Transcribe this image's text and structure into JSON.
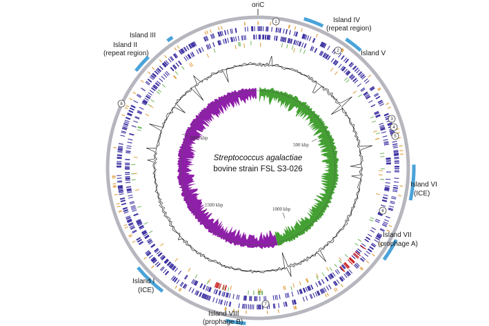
{
  "diagram": {
    "center_title_italic": "Streptococcus agalactiae",
    "center_title_plain": "bovine strain FSL S3-026",
    "origin_label": "oriC",
    "islands": [
      {
        "id": "island-1",
        "line1": "Island I",
        "line2": "(ICE)"
      },
      {
        "id": "island-2",
        "line1": "Island II",
        "line2": "(repeat region)"
      },
      {
        "id": "island-3",
        "line1": "Island III",
        "line2": ""
      },
      {
        "id": "island-4",
        "line1": "Island IV",
        "line2": "(repeat region)"
      },
      {
        "id": "island-5",
        "line1": "Island V",
        "line2": ""
      },
      {
        "id": "island-6",
        "line1": "Island VI",
        "line2": "(ICE)"
      },
      {
        "id": "island-7",
        "line1": "Island VII",
        "line2": "(prophage A)"
      },
      {
        "id": "island-8",
        "line1": "Island VIII",
        "line2": "(prophage B)"
      }
    ],
    "markers": [
      "1",
      "2",
      "3",
      "4",
      "5",
      "6",
      "7",
      "8"
    ],
    "scale_ticks": [
      "500 kbp",
      "1000 kbp",
      "1500 kbp",
      "2000 kbp"
    ],
    "colors": {
      "outer_ring": "#b0b0b8",
      "island_bar": "#4aa3d9",
      "genes_blue": "#3a2fa0",
      "genes_orange": "#e0a040",
      "genes_green": "#5aaa44",
      "genes_red": "#cc2222",
      "gc_content": "#000000",
      "gc_skew_positive": "#44a033",
      "gc_skew_negative": "#8e1fa8"
    }
  }
}
